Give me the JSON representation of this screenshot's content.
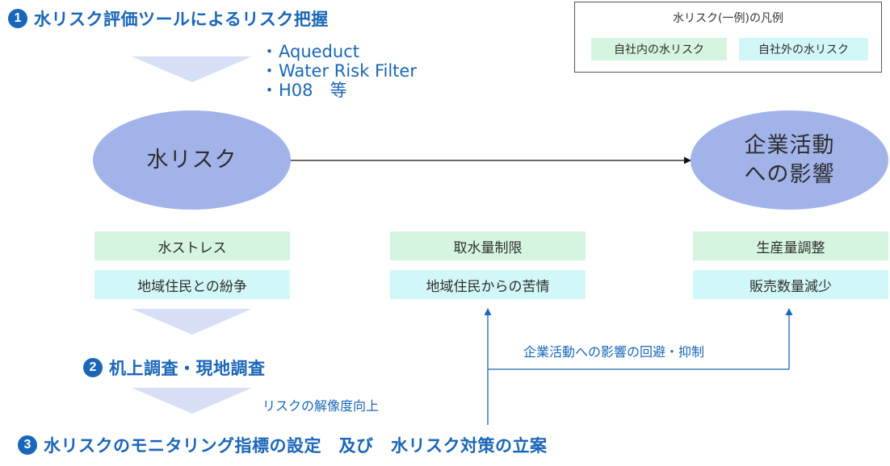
{
  "steps": [
    {
      "number": "1",
      "title": "水リスク評価ツールによるリスク把握"
    },
    {
      "number": "2",
      "title": "机上調査・現地調査"
    },
    {
      "number": "3",
      "title": "水リスクのモニタリング指標の設定　及び　水リスク対策の立案"
    }
  ],
  "tools": {
    "bullet": "・",
    "items": [
      "Aqueduct",
      "Water Risk Filter",
      "H08　等"
    ]
  },
  "ellipses": {
    "water_risk": "水リスク",
    "impact_line1": "企業活動",
    "impact_line2": "への影響"
  },
  "boxes": {
    "col1": {
      "inner": "水ストレス",
      "outer": "地域住民との紛争"
    },
    "col2": {
      "inner": "取水量制限",
      "outer": "地域住民からの苦情"
    },
    "col3": {
      "inner": "生産量調整",
      "outer": "販売数量減少"
    }
  },
  "notes": {
    "resolution": "リスクの解像度向上",
    "avoidance": "企業活動への影響の回避・抑制"
  },
  "legend": {
    "title": "水リスク(一例)の凡例",
    "inner_label": "自社内の水リスク",
    "outer_label": "自社外の水リスク"
  },
  "colors": {
    "accent_blue": "#1a66b8",
    "ellipse_fill": "#a2b3ea",
    "chevron_fill": "#d7dff6",
    "inner_risk_fill": "#d5f5e0",
    "outer_risk_fill": "#d2f7f8"
  }
}
